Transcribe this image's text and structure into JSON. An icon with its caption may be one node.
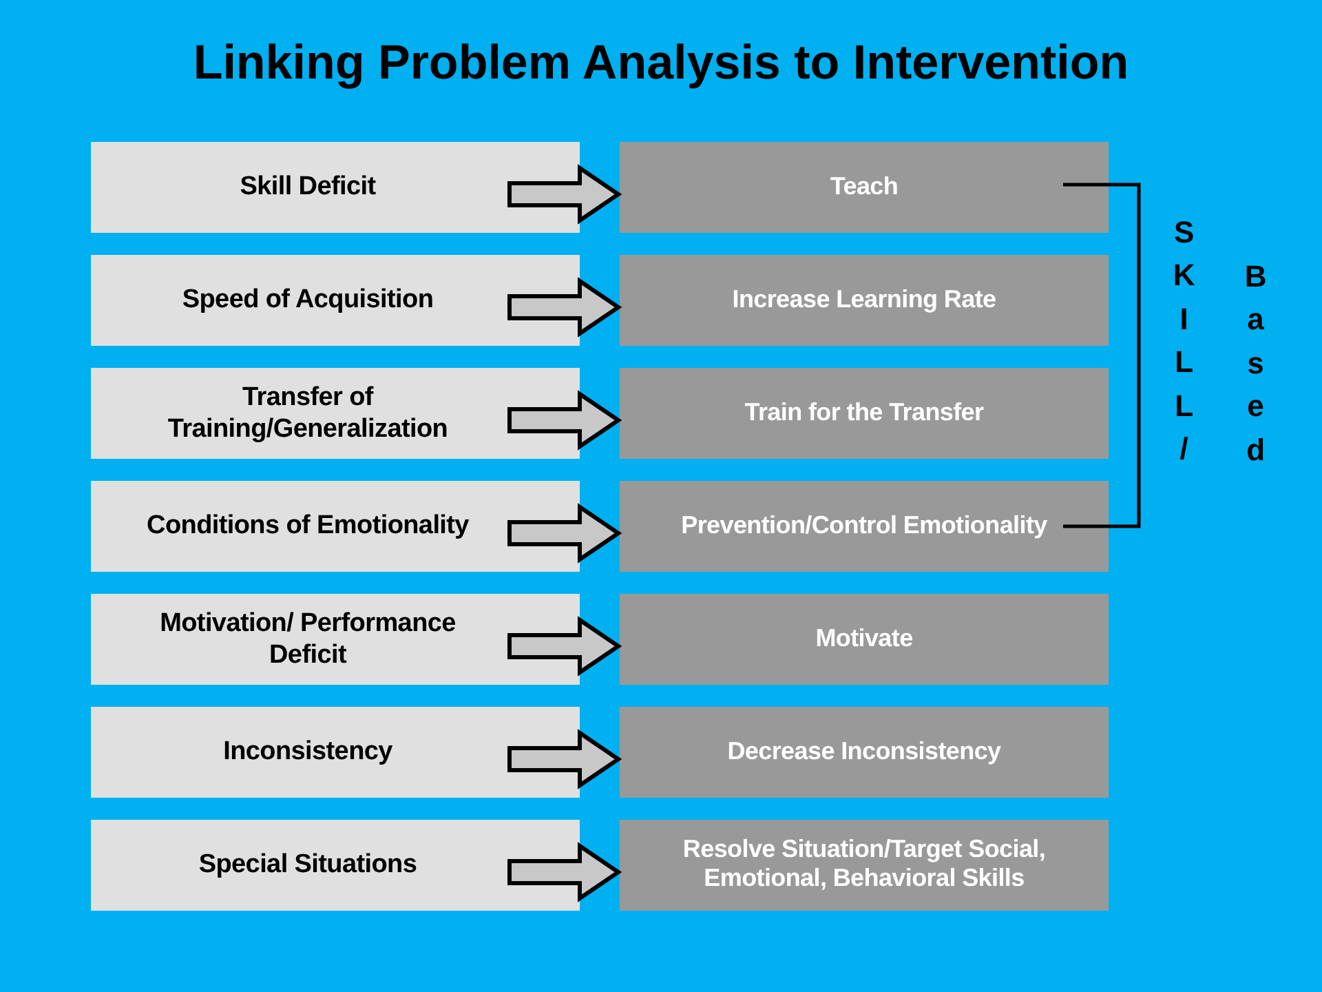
{
  "diagram": {
    "title": "Linking Problem Analysis to Intervention",
    "nodes": [
      {
        "text": [
          "Skill Deficit"
        ]
      },
      {
        "text": [
          "Teach"
        ]
      },
      {
        "text": [
          "Speed of Acquisition"
        ]
      },
      {
        "text": [
          "Increase Learning Rate"
        ]
      },
      {
        "text": [
          "Transfer of Training/Generalization"
        ]
      },
      {
        "text": [
          "Train for the Transfer"
        ]
      },
      {
        "text": [
          "Conditions of Emotionality"
        ]
      },
      {
        "text": [
          "Prevention/Control Emotionality"
        ]
      },
      {
        "text": [
          "Motivation/ Performance Deficit"
        ]
      },
      {
        "text": [
          "Motivate"
        ]
      },
      {
        "text": [
          "Inconsistency"
        ]
      },
      {
        "text": [
          "Decrease Inconsistency"
        ]
      },
      {
        "text": [
          "Special Situations"
        ]
      },
      {
        "text": [
          "Resolve Situation/Target Social, Emotional, Behavioral Skills"
        ]
      }
    ],
    "edges": [
      {
        "from": 0,
        "to": 1,
        "arrow": "to"
      },
      {
        "from": 2,
        "to": 3,
        "arrow": "to"
      },
      {
        "from": 4,
        "to": 5,
        "arrow": "to"
      },
      {
        "from": 6,
        "to": 7,
        "arrow": "to"
      },
      {
        "from": 8,
        "to": 9,
        "arrow": "to"
      },
      {
        "from": 10,
        "to": 11,
        "arrow": "to"
      },
      {
        "from": 12,
        "to": 13,
        "arrow": "to"
      }
    ],
    "labels": [
      "SKILL/",
      "Based"
    ]
  }
}
